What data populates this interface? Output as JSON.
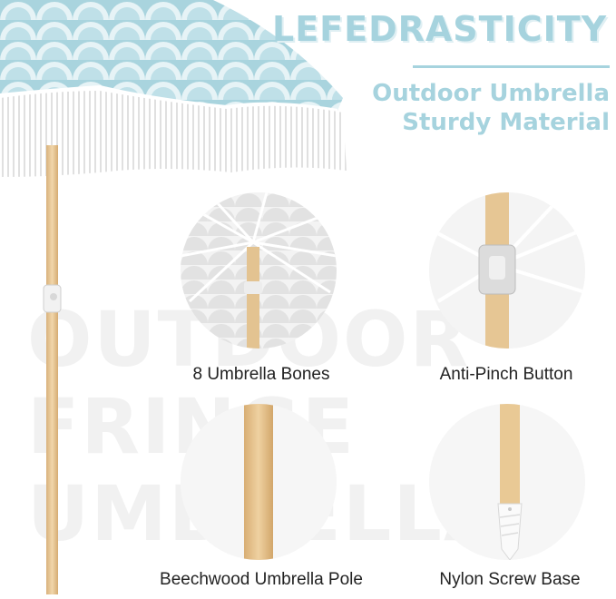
{
  "brand": {
    "name": "LEFEDRASTICITY",
    "tagline_line1": "Outdoor Umbrella",
    "tagline_line2": "Sturdy Material"
  },
  "watermark": {
    "line1": "OUTDOOR",
    "line2": "FRINGE",
    "line3": "UMBRELLA"
  },
  "features": [
    {
      "label": "8  Umbrella Bones"
    },
    {
      "label": "Anti-Pinch Button"
    },
    {
      "label": "Beechwood Umbrella Pole"
    },
    {
      "label": "Nylon Screw Base"
    }
  ],
  "colors": {
    "accent": "#a6d3de",
    "canopy_blue": "#9ccbd6",
    "wood": "#e8c99a"
  }
}
